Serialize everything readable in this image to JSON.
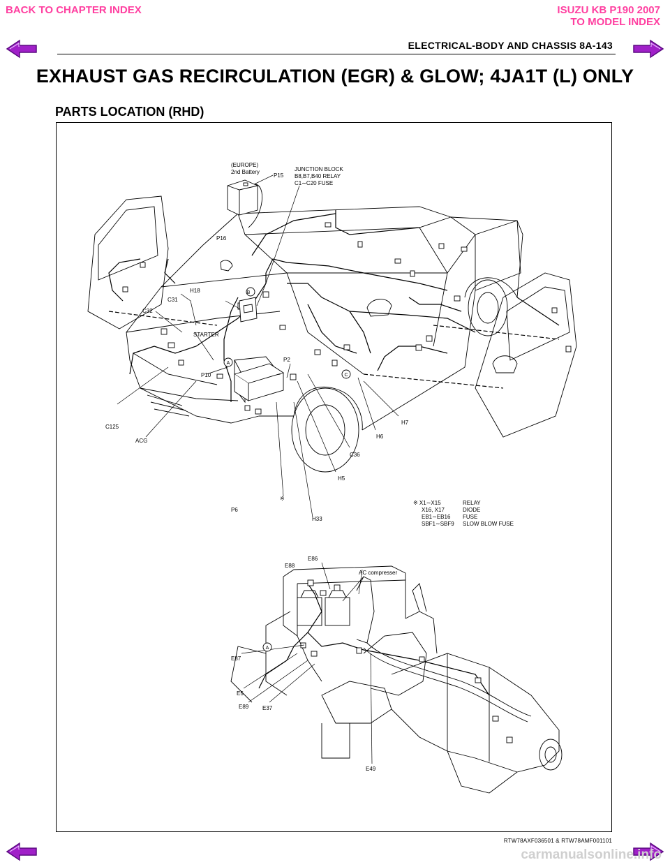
{
  "nav": {
    "back_chapter": "BACK TO CHAPTER INDEX",
    "model_line1": "ISUZU KB P190 2007",
    "model_line2": "TO MODEL INDEX"
  },
  "header": {
    "section_title": "ELECTRICAL-BODY AND CHASSIS  8A-143"
  },
  "main_title": "EXHAUST GAS RECIRCULATION (EGR) & GLOW; 4JA1T (L) ONLY",
  "sub_title": "PARTS LOCATION (RHD)",
  "figure": {
    "europe_note": "(EUROPE)",
    "battery_note": "2nd Battery",
    "junction_line1": "JUNCTION BLOCK",
    "junction_line2": "B8,B7,B40 RELAY",
    "junction_line3": "C1∼C20 FUSE",
    "labels": {
      "p15": "P15",
      "p16": "P16",
      "h18": "H18",
      "c31": "C31",
      "c32": "C32",
      "starter": "STARTER",
      "p10": "P10",
      "p2": "P2",
      "c125": "C125",
      "acg": "ACG",
      "h7": "H7",
      "h6": "H6",
      "c36": "C36",
      "h5": "H5",
      "p6": "P6",
      "h33": "H33",
      "note_mark": "※",
      "circle_a": "A",
      "circle_b": "B",
      "circle_c": "C",
      "e88": "E88",
      "e86": "E86",
      "ac_compressor": "AC compresser",
      "e87": "E87",
      "e5": "E5",
      "e89": "E89",
      "e37": "E37",
      "e49": "E49",
      "circle_a2": "A"
    },
    "legend": [
      {
        "code": "※ X1∼X15",
        "desc": "RELAY"
      },
      {
        "code": "X16, X17",
        "desc": "DIODE"
      },
      {
        "code": "EB1∼EB16",
        "desc": "FUSE"
      },
      {
        "code": "SBF1∼SBF9",
        "desc": "SLOW BLOW FUSE"
      }
    ],
    "code": "RTW78AXF036501 & RTW78AMF001101"
  },
  "watermark": "carmanualsonline.info",
  "colors": {
    "nav": "#ff3fa0",
    "arrow_fill": "#a020c8",
    "arrow_edge": "#5a0a80"
  }
}
